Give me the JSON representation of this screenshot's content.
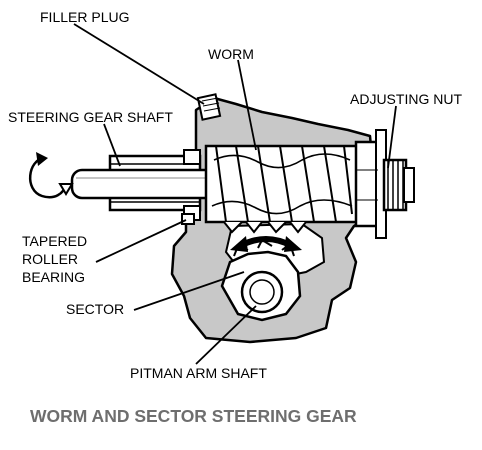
{
  "labels": {
    "filler_plug": "FILLER PLUG",
    "worm": "WORM",
    "steering_gear_shaft": "STEERING GEAR SHAFT",
    "adjusting_nut": "ADJUSTING NUT",
    "tapered": "TAPERED",
    "roller": "ROLLER",
    "bearing": "BEARING",
    "sector": "SECTOR",
    "pitman_arm_shaft": "PITMAN ARM SHAFT"
  },
  "caption": "WORM AND SECTOR STEERING GEAR",
  "colors": {
    "housing_fill": "#c8c8c8",
    "outline": "#000000",
    "caption": "#6e6e6e"
  }
}
